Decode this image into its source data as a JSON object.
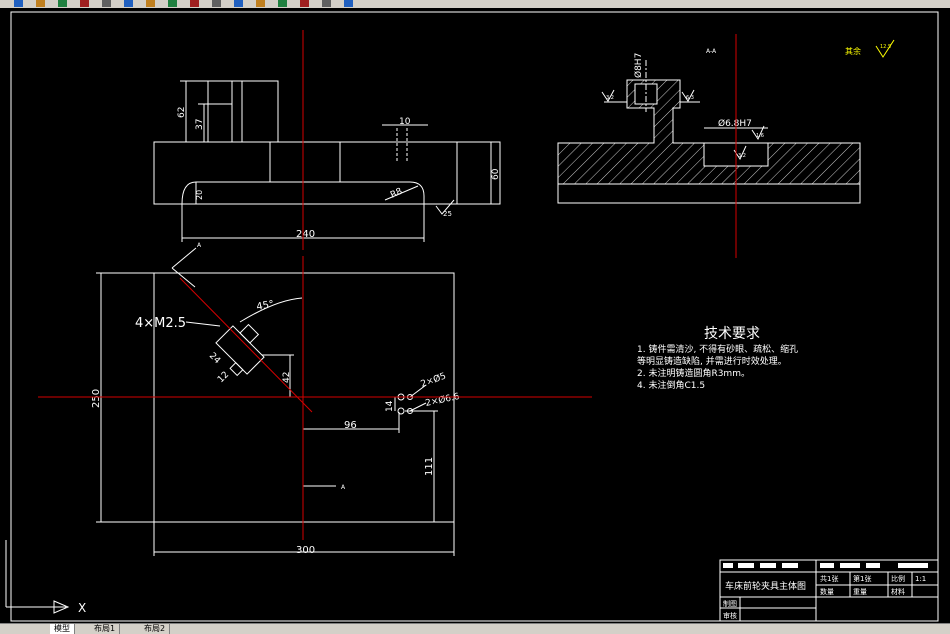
{
  "colors": {
    "background": "#000000",
    "lines": "#ffffff",
    "centerlines": "#d40000"
  },
  "toolbar": {
    "icons": [
      "arrow-icon",
      "new-icon",
      "open-icon",
      "save-icon",
      "print-icon",
      "cut-icon",
      "copy-icon",
      "paste-icon",
      "undo-icon",
      "redo-icon",
      "pan-icon",
      "zoom-icon",
      "properties-icon",
      "layer-icon",
      "match-icon",
      "help-icon"
    ]
  },
  "drawing": {
    "front_view": {
      "dim_62": "62",
      "dim_37": "37",
      "dim_10": "10",
      "dim_60": "60",
      "dim_20": "20",
      "dim_R8": "R8",
      "dim_240": "240",
      "roughness": "25"
    },
    "section_view": {
      "dim_hole_v": "Ø8H7",
      "dim_hole_h": "Ø6.8H7",
      "section_mark": "A-A",
      "roughness_left": "3.2",
      "roughness_right": "6.3",
      "roughness_slot": "1.6",
      "roughness_bottom": "3.2"
    },
    "top_view": {
      "thread_label": "4×M2.5",
      "dim_45deg": "45°",
      "dim_24": "24",
      "dim_12": "12",
      "dim_42": "42",
      "dim_250": "250",
      "dim_300": "300",
      "dim_96": "96",
      "dim_111": "111",
      "dim_14": "14",
      "hole_label_1": "2×Ø5",
      "hole_label_2": "2×Ø6.6",
      "view_mark_top": "A",
      "view_mark_bottom": "A"
    },
    "roughness_note": {
      "label": "其余",
      "value": "12.5"
    }
  },
  "tech_requirements": {
    "title": "技术要求",
    "items": [
      "1. 铸件需清沙, 不得有砂眼、疏松、缩孔",
      "等明显铸造缺陷, 并需进行时效处理。",
      "2. 未注明铸造圆角R3mm。",
      "4. 未注倒角C1.5"
    ]
  },
  "title_block": {
    "drawing_name": "车床前轮夹具主体图",
    "sheet_total": "共1张",
    "sheet_no": "第1张",
    "scale_label": "比例",
    "scale_value": "1:1",
    "qty_label": "数量",
    "weight_label": "重量",
    "material_label": "材料",
    "drawn_label": "制图",
    "checked_label": "审核"
  },
  "ucs": {
    "x_label": "X"
  },
  "tabs": [
    "模型",
    "布局1",
    "布局2"
  ]
}
